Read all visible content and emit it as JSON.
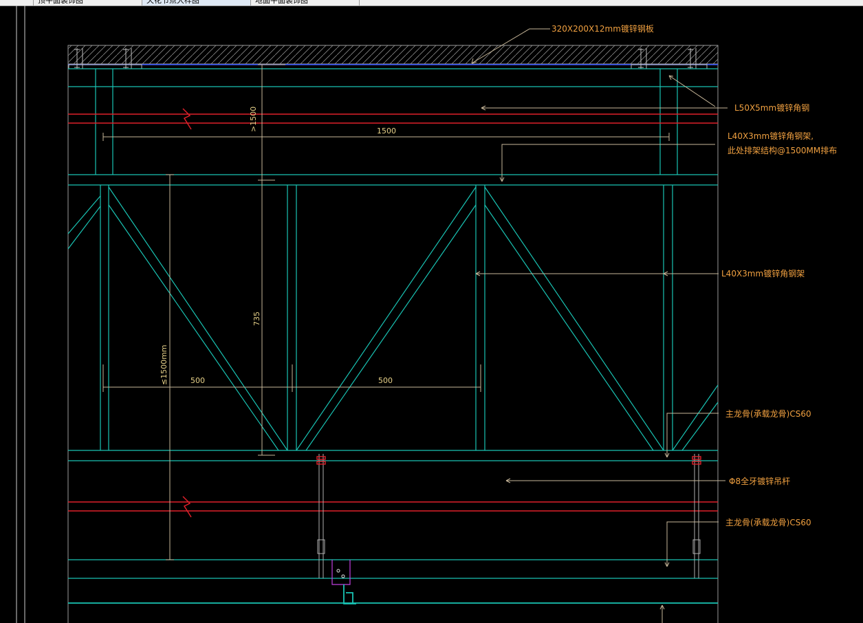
{
  "tabs": [
    {
      "label": "顶平面装饰图"
    },
    {
      "label": "天花节点大样图",
      "active": true
    },
    {
      "label": "地面平面装饰图"
    }
  ],
  "annotations": {
    "plate": "320X200X12mm镀锌钢板",
    "angle_50": "L50X5mm镀锌角钢",
    "angle_40_frame_l1": "L40X3mm镀锌角钢架,",
    "angle_40_frame_l2": "此处排架结构@1500MM排布",
    "angle_40_frame": "L40X3mm镀锌角钢架",
    "main_keel_1": "主龙骨(承载龙骨)CS60",
    "hanger_rod": "Φ8全牙镀锌吊杆",
    "main_keel_2": "主龙骨(承载龙骨)CS60"
  },
  "dimensions": {
    "top_span": "1500",
    "top_height": ">1500",
    "mid_height": "735",
    "left_height": "≤1500mm",
    "bay_left": "500",
    "bay_right": "500"
  },
  "colors": {
    "structure": "#19c4b4",
    "red_line": "#e0202a",
    "blue_line": "#3050ff",
    "leader": "#c8b89a",
    "label": "#f0a040",
    "hatch": "#8a8a8a",
    "magenta": "#c040e0"
  }
}
